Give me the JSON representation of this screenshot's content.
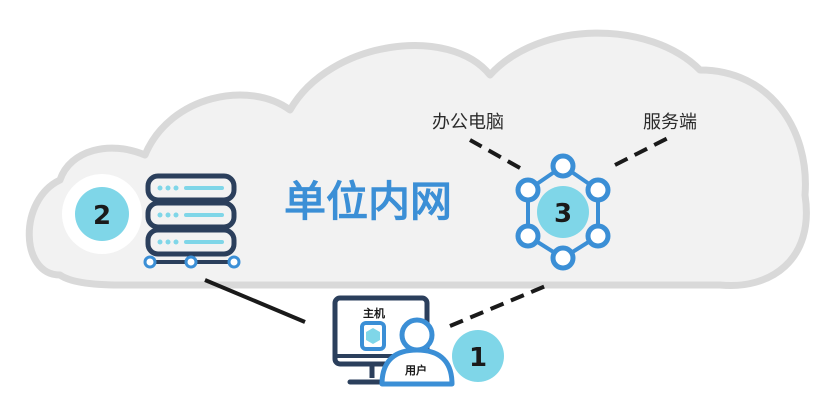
{
  "cloud": {
    "title": "单位内网"
  },
  "nodes": {
    "office_pc": "办公电脑",
    "server_side": "服务端",
    "host": "主机",
    "user": "用户"
  },
  "badges": {
    "b1": "1",
    "b2": "2",
    "b3": "3"
  },
  "colors": {
    "blue": "#3b8fd6",
    "cyan": "#7fd6e8",
    "navy": "#2b3f5c",
    "cloud_fill": "#f2f2f2",
    "cloud_stroke": "#d9d9d9"
  }
}
